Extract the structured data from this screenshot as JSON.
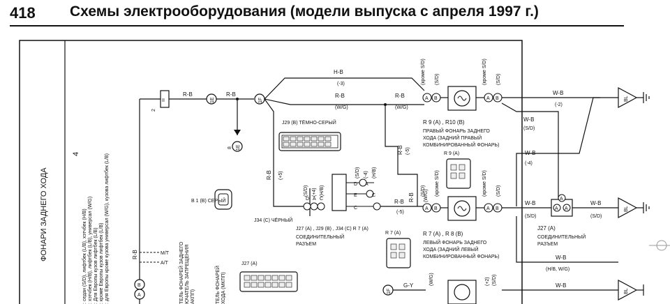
{
  "header": {
    "page_number": "418",
    "title": "Схемы электрооборудования (модели выпуска с апреля 1997 г.)"
  },
  "section": {
    "title": "ФОНАРИ ЗАДНЕГО ХОДА",
    "number": "4"
  },
  "notes": [
    ": седан (S/D), лифтбек (L/B), хэтчбек (H/B)",
    ": хэтчбек (H/B), лифтбек (L/B), универсал (W/G)",
    ": Для Европы кузов лифтбек (L/B)",
    ": кроме Европы кузов лифтбек (L/B)",
    ": для Европы кроме кузова универсал (W/G), кузова лифтбек (L/B)"
  ],
  "wires": {
    "rb": "R-B",
    "hb": "H-B",
    "minus3": "(-3)",
    "wg": "(W/G)",
    "minus5": "(-5)",
    "plus5": "(+5)",
    "minus4": "(-4)",
    "minus2": "(-2)",
    "wb": "W-B",
    "sd": "(S/D)",
    "hbwg": "(H/B, W/G)",
    "plus4": "(+4)",
    "gy": "G-Y",
    "plus2": "(+2)",
    "b": "B",
    "ae": "A/T",
    "me": "M/T",
    "hb_paren": "(H/B)",
    "wg_paren": "(W/G)"
  },
  "connectors": {
    "j29": "J29 (B) ТЁМНО-СЕРЫЙ",
    "b1": "B 1 (B) СЕРЫЙ",
    "j34": "J34 (C) ЧЁРНЫЙ",
    "j27": "J27 (A)",
    "r9a": "R 9 (A)",
    "r7a": "R 7 (A)",
    "j27_line": "J27 (A) , J29 (B) , J34 (C) R 7 (A)",
    "soedin1": "СОЕДИНИТЕЛЬНЫЙ",
    "razem1": "РАЗЪЕМ",
    "soedin2": "СОЕДИНИТЕЛЬНЫЙ",
    "razem2": "РАЗЪЕМ",
    "j27b": "J27 (A)"
  },
  "components": {
    "r9r10": "R 9 (A) , R10 (B)",
    "right_lamp_1": "ПРАВЫЙ ФОНАРЬ ЗАДНЕГО",
    "right_lamp_2": "ХОДА (ЗАДНИЙ ПРАВЫЙ",
    "right_lamp_3": "КОМБИНИРОВАННЫЙ ФОНАРЬ)",
    "r7r8": "R 7 (A) , R 8 (B)",
    "left_lamp_1": "ЛЕВЫЙ ФОНАРЬ ЗАДНЕГО",
    "left_lamp_2": "ХОДА (ЗАДНИЙ ЛЕВЫЙ",
    "left_lamp_3": "КОМБИНИРОВАННЫЙ ФОНАРЬ)",
    "switch1": "ТЕЛЬ ФОНАРЕЙ ЗАДНЕГО",
    "switch2": "ЮЧАТЕЛЬ ЗАПРЕЩЕНИЯ",
    "switch3": "АКПП)",
    "switch4": "ТЕЛЬ ФОНАРЕЙ",
    "switch5": "ХОДА (МКПП)",
    "kroms_sd": "(кроме S/D)",
    "kroms_sd2": "(кроме S/D)",
    "sd_label": "(S/D)"
  },
  "markers": {
    "1e": "1E",
    "1f": "1F",
    "bl": "BL",
    "bl2": "BL",
    "bl3": "BL",
    "a": "A",
    "b": "B",
    "c": "C",
    "d": "D",
    "e": "E",
    "j27_top": "J27 (A)"
  }
}
